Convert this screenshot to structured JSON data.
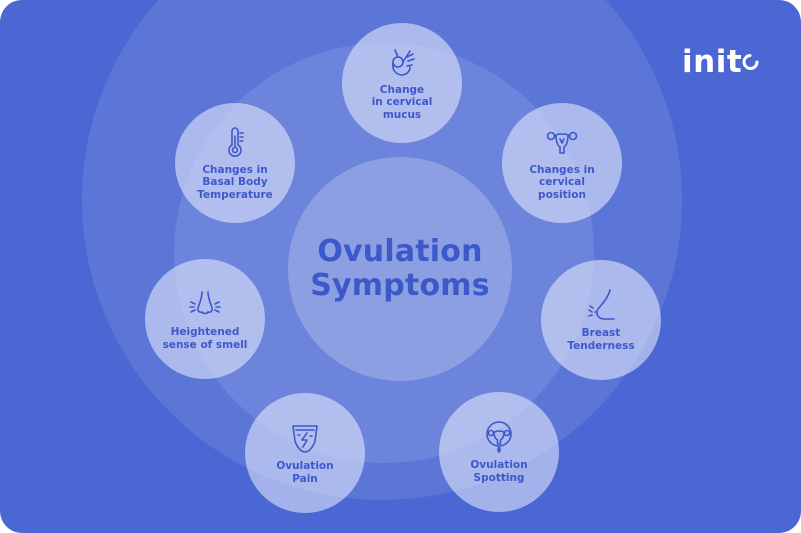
{
  "center": {
    "title_line1": "Ovulation",
    "title_line2": "Symptoms"
  },
  "logo": {
    "text": "init"
  },
  "symptoms": {
    "mucus": {
      "line1": "Change",
      "line2": "in cervical",
      "line3": "mucus",
      "icon": "ok-hand-icon"
    },
    "basal": {
      "line1": "Changes in",
      "line2": "Basal Body",
      "line3": "Temperature",
      "icon": "thermometer-icon"
    },
    "position": {
      "line1": "Changes in",
      "line2": "cervical",
      "line3": "position",
      "icon": "uterus-icon"
    },
    "smell": {
      "line1": "Heightened",
      "line2": "sense of smell",
      "icon": "nose-icon"
    },
    "breast": {
      "line1": "Breast",
      "line2": "Tenderness",
      "icon": "breast-icon"
    },
    "pain": {
      "line1": "Ovulation",
      "line2": "Pain",
      "icon": "pelvic-pain-icon"
    },
    "spotting": {
      "line1": "Ovulation",
      "line2": "Spotting",
      "icon": "spotting-icon"
    }
  },
  "colors": {
    "background": "#4a67d3",
    "text": "#3d58c9",
    "icon_stroke": "#3d58c9",
    "logo": "#ffffff"
  }
}
